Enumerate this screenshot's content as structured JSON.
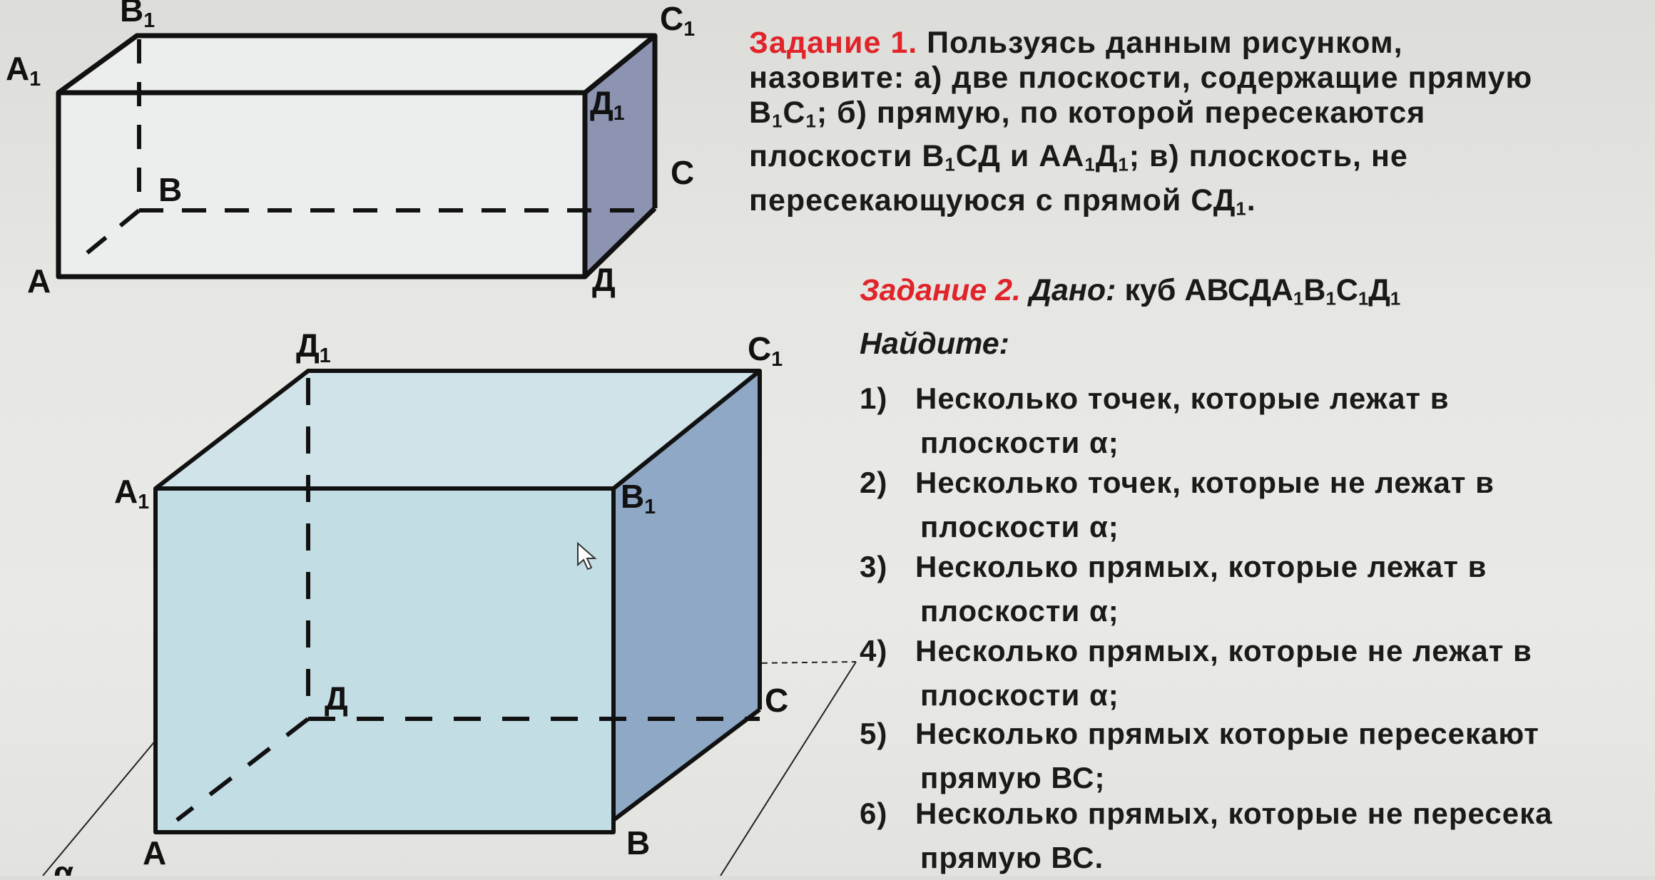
{
  "figure1": {
    "labels": {
      "B1": "B",
      "C1": "C",
      "A1": "A",
      "D1": "Д",
      "B": "B",
      "C": "C",
      "A": "A",
      "D": "Д",
      "sub": "1"
    }
  },
  "figure2": {
    "labels": {
      "D1": "Д",
      "C1": "C",
      "A1": "A",
      "B1": "B",
      "D": "Д",
      "C": "C",
      "A": "A",
      "B": "B",
      "alpha": "α",
      "sub": "1"
    }
  },
  "task1": {
    "title": "Задание 1.",
    "line1_rest": " Пользуясь данным рисунком,",
    "line2": "назовите: а) две плоскости, содержащие прямую",
    "line3_a": "B",
    "line3_b": "C",
    "line3_c": "; б) прямую, по которой пересекаются",
    "line4_a": "плоскости B",
    "line4_b": "СД и АА",
    "line4_c": "Д",
    "line4_d": "; в) плоскость, не",
    "line5_a": "пересекающуюся с прямой СД",
    "line5_b": ".",
    "sub": "1"
  },
  "task2": {
    "title": "Задание 2.",
    "given_label": " Дано:",
    "given_text": " куб АВСДА",
    "v1": "B",
    "v2": "C",
    "v3": "Д",
    "sub": "1",
    "find": "Найдите:",
    "items": [
      {
        "num": "1)",
        "line1": "Несколько точек, которые лежат в",
        "line2": "плоскости α;"
      },
      {
        "num": "2)",
        "line1": "Несколько точек, которые не лежат в",
        "line2": "плоскости α;"
      },
      {
        "num": "3)",
        "line1": "Несколько прямых, которые лежат в",
        "line2": "плоскости α;"
      },
      {
        "num": "4)",
        "line1": "Несколько прямых, которые не лежат в",
        "line2": "плоскости α;"
      },
      {
        "num": "5)",
        "line1": "Несколько прямых которые пересекают",
        "line2": "прямую ВС;"
      },
      {
        "num": "6)",
        "line1": "Несколько прямых, которые не пересека",
        "line2": "прямую ВС."
      }
    ]
  }
}
